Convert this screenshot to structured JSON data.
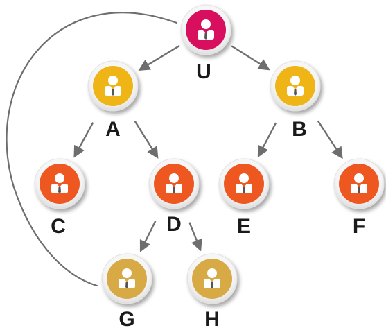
{
  "diagram": {
    "type": "tree",
    "colors": {
      "root": "#d80f5f",
      "level1": "#efb416",
      "level2": "#ee5720",
      "level3": "#d7aa45",
      "edge": "#6e6e6e"
    },
    "nodes": [
      {
        "id": "U",
        "label": "U",
        "level": "root",
        "icon": "person-icon"
      },
      {
        "id": "A",
        "label": "A",
        "level": "level1",
        "icon": "person-icon"
      },
      {
        "id": "B",
        "label": "B",
        "level": "level1",
        "icon": "person-icon"
      },
      {
        "id": "C",
        "label": "C",
        "level": "level2",
        "icon": "person-icon"
      },
      {
        "id": "D",
        "label": "D",
        "level": "level2",
        "icon": "person-icon"
      },
      {
        "id": "E",
        "label": "E",
        "level": "level2",
        "icon": "person-icon"
      },
      {
        "id": "F",
        "label": "F",
        "level": "level2",
        "icon": "person-icon"
      },
      {
        "id": "G",
        "label": "G",
        "level": "level3",
        "icon": "person-icon"
      },
      {
        "id": "H",
        "label": "H",
        "level": "level3",
        "icon": "person-icon"
      }
    ],
    "edges": [
      {
        "from": "U",
        "to": "A",
        "style": "arrow"
      },
      {
        "from": "U",
        "to": "B",
        "style": "arrow"
      },
      {
        "from": "A",
        "to": "C",
        "style": "arrow"
      },
      {
        "from": "A",
        "to": "D",
        "style": "arrow"
      },
      {
        "from": "B",
        "to": "E",
        "style": "arrow"
      },
      {
        "from": "B",
        "to": "F",
        "style": "arrow"
      },
      {
        "from": "D",
        "to": "G",
        "style": "arrow"
      },
      {
        "from": "D",
        "to": "H",
        "style": "arrow"
      },
      {
        "from": "U",
        "to": "G",
        "style": "curve"
      }
    ]
  }
}
